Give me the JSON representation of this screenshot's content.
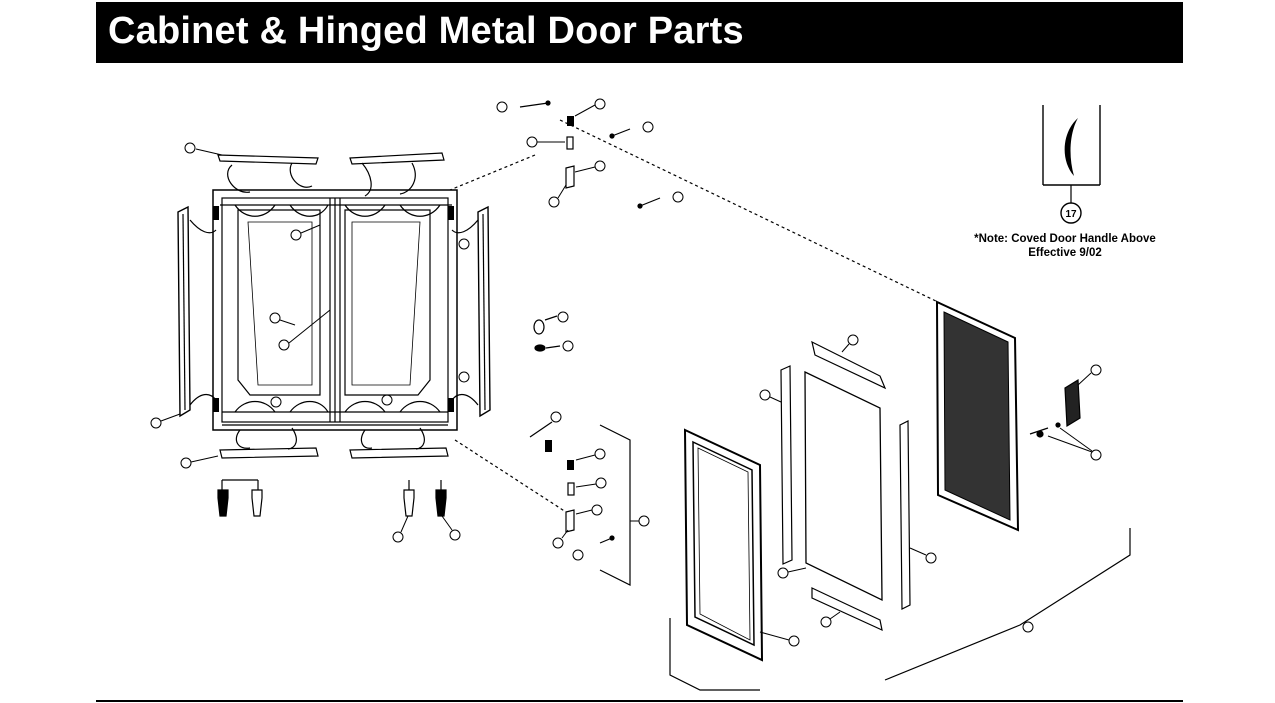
{
  "header": {
    "title": "Cabinet & Hinged Metal Door Parts"
  },
  "note": {
    "line1": "*Note:  Coved Door Handle Above",
    "line2": "Effective 9/02"
  },
  "callouts": {
    "handle_number": "17"
  },
  "colors": {
    "title_background": "#000000",
    "title_text": "#ffffff",
    "line_art": "#000000"
  },
  "icons": {
    "door_handle": "coved-handle-icon"
  }
}
